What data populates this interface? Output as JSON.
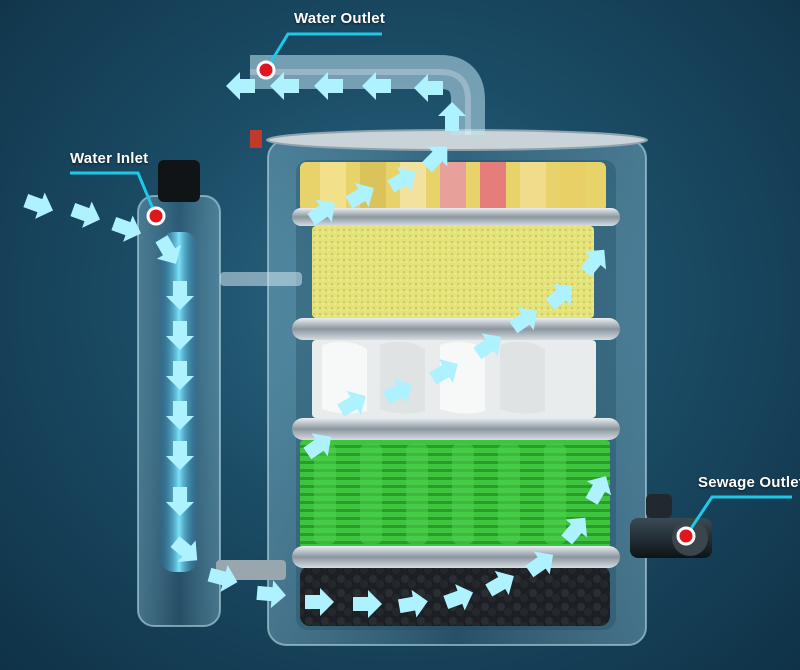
{
  "labels": {
    "water_outlet": "Water Outlet",
    "water_inlet": "Water Inlet",
    "sewage_outlet": "Sewage Outlet"
  },
  "colors": {
    "callout_line": "#1ec8e6",
    "callout_dot": "#e0161e",
    "flow_arrow": "#aef1ff"
  },
  "filter_layers": [
    {
      "name": "top-cartridge-layer",
      "color": "#e8d26a"
    },
    {
      "name": "sponge-layer",
      "color": "#e4e37a"
    },
    {
      "name": "filter-bag-layer",
      "color": "#e9ecec"
    },
    {
      "name": "bio-media-layer",
      "color": "#3fc43f"
    },
    {
      "name": "bottom-stone-layer",
      "color": "#1c1f23"
    }
  ]
}
